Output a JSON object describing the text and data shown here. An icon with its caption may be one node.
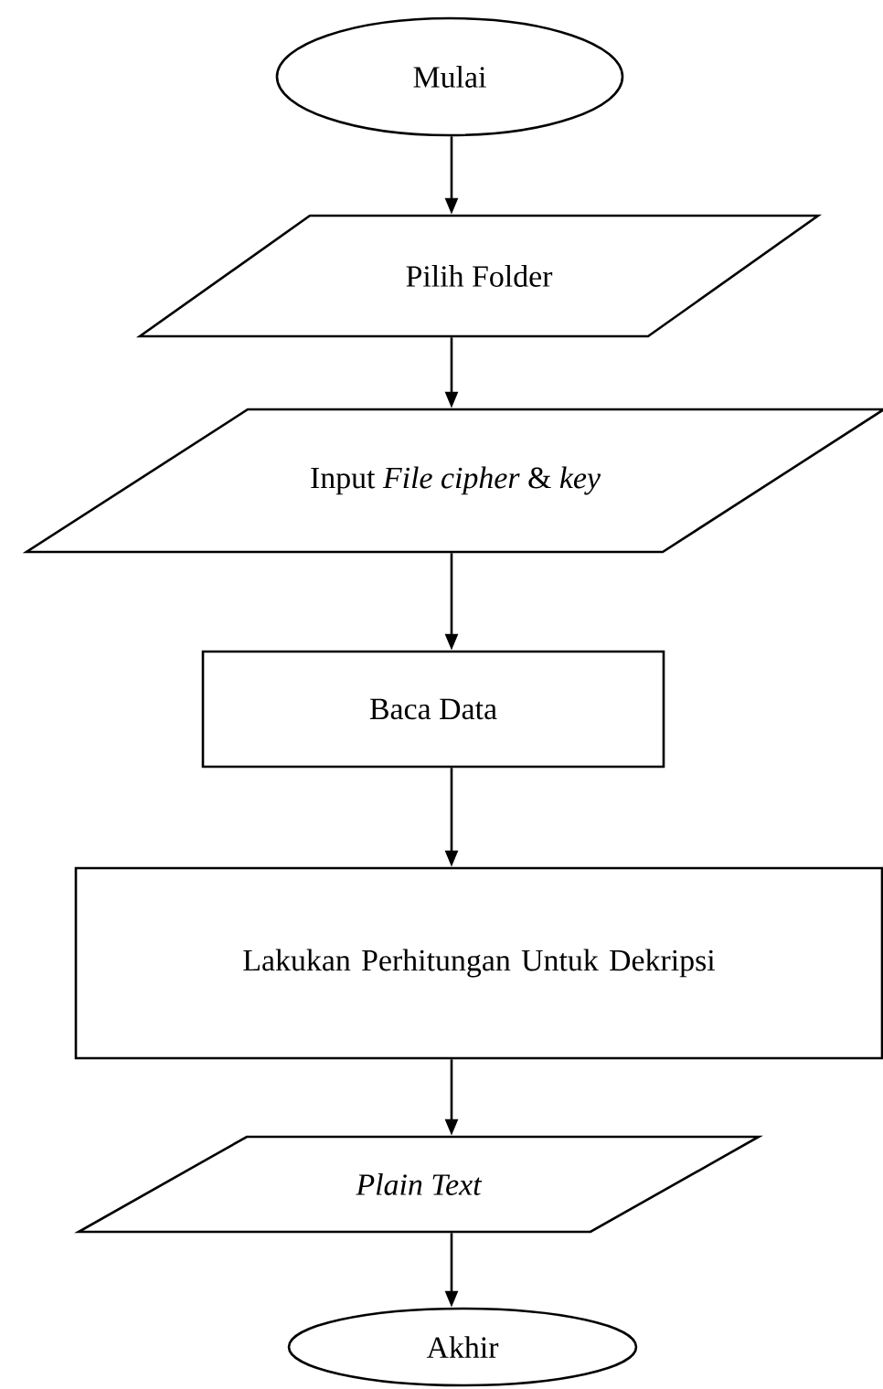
{
  "diagram": {
    "nodes": [
      {
        "text": [
          "Mulai"
        ]
      },
      {
        "text": [
          "Pilih Folder"
        ]
      },
      {
        "text": [
          "Input *File cipher* & *key*"
        ]
      },
      {
        "text": [
          "Baca Data"
        ]
      },
      {
        "text": [
          "Lakukan Perhitungan Untuk Dekripsi"
        ]
      },
      {
        "text": [
          "Plain Text"
        ]
      },
      {
        "text": [
          "Akhir"
        ]
      }
    ],
    "edges": [
      {
        "from": 0,
        "to": 1,
        "arrow": "to"
      },
      {
        "from": 1,
        "to": 2,
        "arrow": "to"
      },
      {
        "from": 2,
        "to": 3,
        "arrow": "to"
      },
      {
        "from": 3,
        "to": 4,
        "arrow": "to"
      },
      {
        "from": 4,
        "to": 5,
        "arrow": "to"
      },
      {
        "from": 5,
        "to": 6,
        "arrow": "to"
      }
    ]
  }
}
